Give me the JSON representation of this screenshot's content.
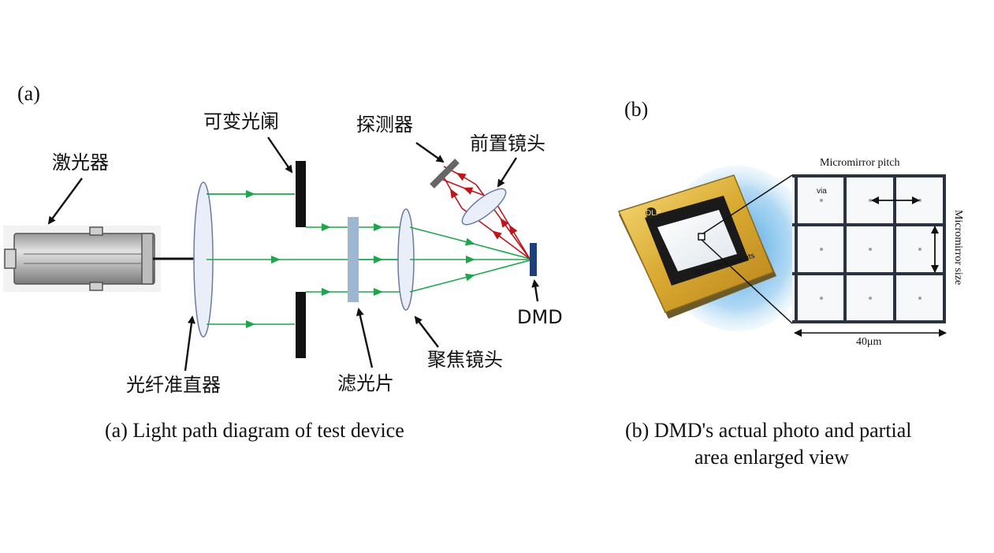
{
  "panel_a": {
    "label": "(a)",
    "components": {
      "laser": "激光器",
      "iris": "可变光阑",
      "detector": "探测器",
      "front_lens": "前置镜头",
      "collimator": "光纤准直器",
      "filter": "滤光片",
      "focus_lens": "聚焦镜头",
      "dmd": "DMD"
    },
    "caption": "(a) Light path diagram of test device"
  },
  "panel_b": {
    "label": "(b)",
    "chip_brand": "DLP",
    "chip_maker": "Texas Instruments",
    "pitch_label": "Micromirror pitch",
    "size_label": "Micromirror size",
    "via_label": "via",
    "width_label": "40μm",
    "caption_line1": "(b)  DMD's actual photo and partial",
    "caption_line2": "area enlarged view"
  },
  "colors": {
    "beam_green": "#1fa64a",
    "beam_red": "#c0141c",
    "dmd_blue": "#1f3f7a",
    "filter_blue": "#9fb6d3",
    "chip_gold": "#e0b640"
  }
}
